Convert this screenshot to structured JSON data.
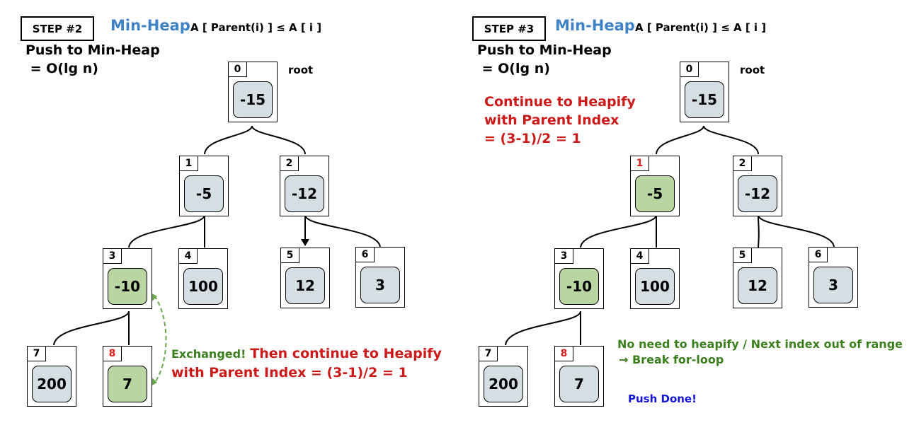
{
  "colors": {
    "title_blue": "#3f83c6",
    "red": "#e01b1b",
    "green_text": "#3c7f1e",
    "blue_text": "#1515d6",
    "node_green": "#b9d6a2",
    "node_gray": "#d5dee3"
  },
  "panels": [
    {
      "step": "STEP #2",
      "title": "Min-Heap",
      "formula": "A [ Parent(i) ] ≤ A [ i ]",
      "heading1": "Push to Min-Heap",
      "heading2": " = O(lg n)",
      "root_label": "root",
      "nodes": [
        {
          "index": "0",
          "value": "-15",
          "green": false,
          "red_index": false
        },
        {
          "index": "1",
          "value": "-5",
          "green": false,
          "red_index": false
        },
        {
          "index": "2",
          "value": "-12",
          "green": false,
          "red_index": false
        },
        {
          "index": "3",
          "value": "-10",
          "green": true,
          "red_index": false
        },
        {
          "index": "4",
          "value": "100",
          "green": false,
          "red_index": false
        },
        {
          "index": "5",
          "value": "12",
          "green": false,
          "red_index": false
        },
        {
          "index": "6",
          "value": "3",
          "green": false,
          "red_index": false
        },
        {
          "index": "7",
          "value": "200",
          "green": false,
          "red_index": false
        },
        {
          "index": "8",
          "value": "7",
          "green": true,
          "red_index": true
        }
      ],
      "note_green": "Exchanged!",
      "note_red1": "Then continue to Heapify",
      "note_red2": "with Parent Index = (3-1)/2 = 1"
    },
    {
      "step": "STEP #3",
      "title": "Min-Heap",
      "formula": "A [ Parent(i) ] ≤ A [ i ]",
      "heading1": "Push to Min-Heap",
      "heading2": " = O(lg n)",
      "root_label": "root",
      "nodes": [
        {
          "index": "0",
          "value": "-15",
          "green": false,
          "red_index": false
        },
        {
          "index": "1",
          "value": "-5",
          "green": true,
          "red_index": true
        },
        {
          "index": "2",
          "value": "-12",
          "green": false,
          "red_index": false
        },
        {
          "index": "3",
          "value": "-10",
          "green": true,
          "red_index": false
        },
        {
          "index": "4",
          "value": "100",
          "green": false,
          "red_index": false
        },
        {
          "index": "5",
          "value": "12",
          "green": false,
          "red_index": false
        },
        {
          "index": "6",
          "value": "3",
          "green": false,
          "red_index": false
        },
        {
          "index": "7",
          "value": "200",
          "green": false,
          "red_index": false
        },
        {
          "index": "8",
          "value": "7",
          "green": false,
          "red_index": true
        }
      ],
      "note_red_lines": [
        "Continue to Heapify",
        "with Parent Index",
        "= (3-1)/2 = 1"
      ],
      "note_green1": "No need to heapify / Next index out of range",
      "note_green2": "→ Break for-loop",
      "note_blue": "Push Done!"
    }
  ]
}
